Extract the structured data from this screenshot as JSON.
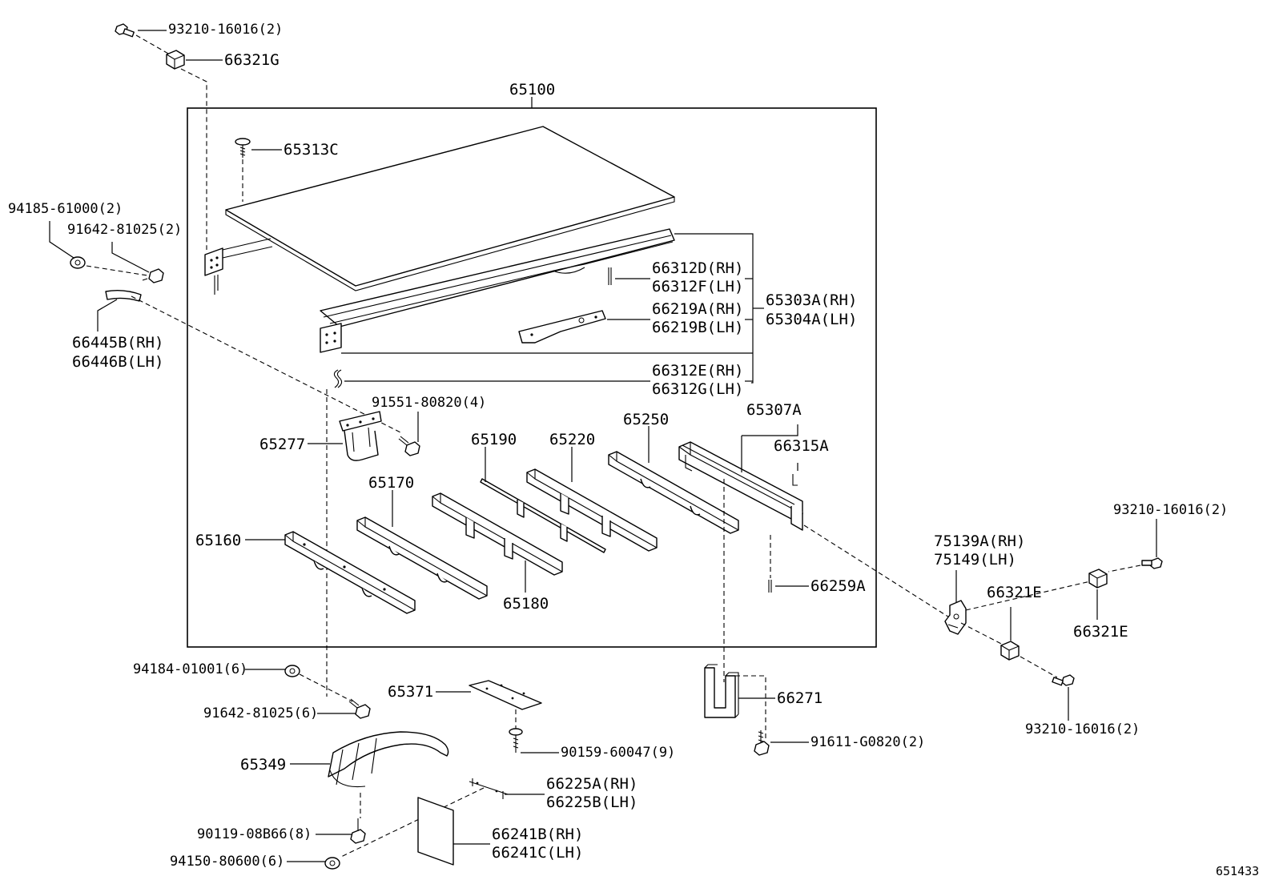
{
  "diagram": {
    "assembly_label": "65100",
    "figure_number": "651433",
    "labels": {
      "p93210_top": "93210-16016(2)",
      "p66321G": "66321G",
      "p65313C": "65313C",
      "p94185": "94185-61000(2)",
      "p91642_2": "91642-81025(2)",
      "p66445B": "66445B(RH)",
      "p66446B": "66446B(LH)",
      "p66312D": "66312D(RH)",
      "p66312F": "66312F(LH)",
      "p65303A": "65303A(RH)",
      "p65304A": "65304A(LH)",
      "p66219A": "66219A(RH)",
      "p66219B": "66219B(LH)",
      "p66312E": "66312E(RH)",
      "p66312G": "66312G(LH)",
      "p91551": "91551-80820(4)",
      "p65307A": "65307A",
      "p65277": "65277",
      "p65190": "65190",
      "p65220": "65220",
      "p65250": "65250",
      "p66315A": "66315A",
      "p65170": "65170",
      "p65160": "65160",
      "p65180": "65180",
      "p66259A": "66259A",
      "p93210_right": "93210-16016(2)",
      "p75139A": "75139A(RH)",
      "p75149": "75149(LH)",
      "p66321E_a": "66321E",
      "p66321E_b": "66321E",
      "p93210_bottom": "93210-16016(2)",
      "p94184": "94184-01001(6)",
      "p65371": "65371",
      "p66271": "66271",
      "p91642_6": "91642-81025(6)",
      "p90159": "90159-60047(9)",
      "p91611": "91611-G0820(2)",
      "p65349": "65349",
      "p66225A": "66225A(RH)",
      "p66225B": "66225B(LH)",
      "p90119": "90119-08B66(8)",
      "p66241B": "66241B(RH)",
      "p94150": "94150-80600(6)",
      "p66241C": "66241C(LH)"
    }
  }
}
